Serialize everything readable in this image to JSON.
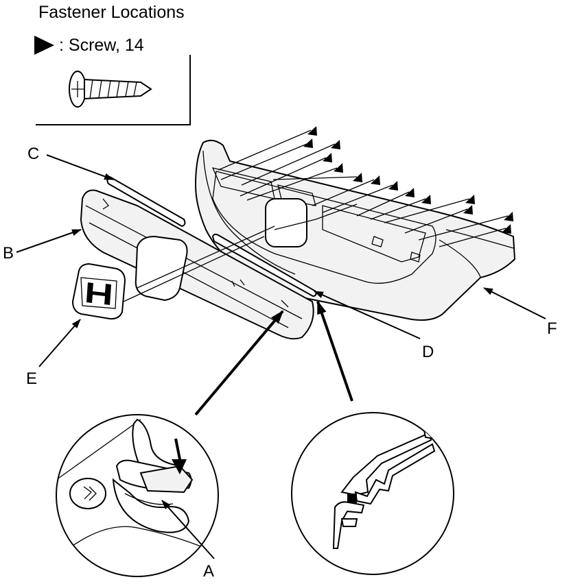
{
  "legend": {
    "title": "Fastener Locations",
    "item_symbol": "triangle-pointer-icon",
    "item_label": ": Screw, 14"
  },
  "callouts": {
    "a": "A",
    "b": "B",
    "c": "C",
    "d": "D",
    "e": "E",
    "f": "F"
  },
  "colors": {
    "line": "#000000",
    "background": "#ffffff",
    "part_fill": "#f2f2f2"
  }
}
